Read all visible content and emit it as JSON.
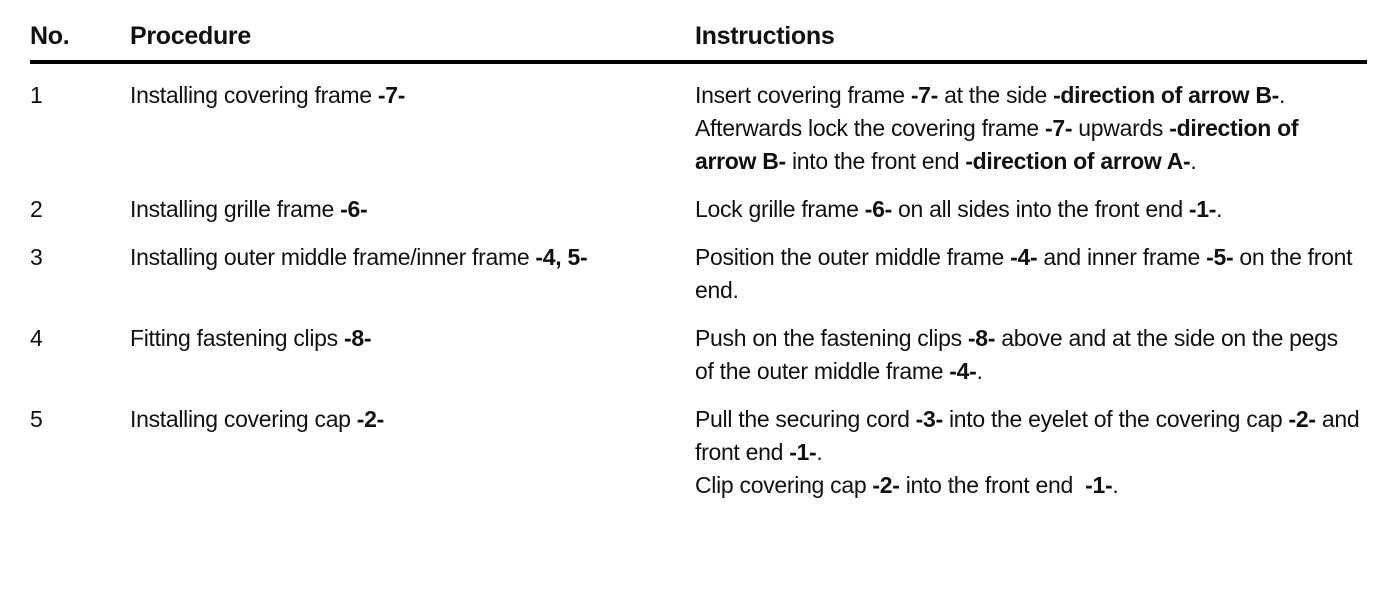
{
  "page": {
    "background": "#ffffff",
    "text_color": "#111111",
    "rule_color": "#000000"
  },
  "table": {
    "columns": [
      {
        "id": "no",
        "label": "No."
      },
      {
        "id": "procedure",
        "label": "Procedure"
      },
      {
        "id": "instructions",
        "label": "Instructions"
      }
    ],
    "rows": [
      {
        "no": "1",
        "procedure": [
          {
            "t": "Installing covering frame "
          },
          {
            "t": "-7-",
            "b": true
          }
        ],
        "instructions": [
          {
            "t": "Insert covering frame "
          },
          {
            "t": "-7-",
            "b": true
          },
          {
            "t": " at the side "
          },
          {
            "t": "-direction of arrow B-",
            "b": true
          },
          {
            "t": "."
          },
          {
            "br": true
          },
          {
            "t": "Afterwards lock the covering frame "
          },
          {
            "t": "-7-",
            "b": true
          },
          {
            "t": " upwards "
          },
          {
            "t": "-direction of arrow B-",
            "b": true
          },
          {
            "t": " into the front end "
          },
          {
            "t": "-direction of arrow A-",
            "b": true
          },
          {
            "t": "."
          }
        ]
      },
      {
        "no": "2",
        "procedure": [
          {
            "t": "Installing grille frame "
          },
          {
            "t": "-6-",
            "b": true
          }
        ],
        "instructions": [
          {
            "t": "Lock grille frame "
          },
          {
            "t": "-6-",
            "b": true
          },
          {
            "t": " on all sides into the front end "
          },
          {
            "t": "-1-",
            "b": true
          },
          {
            "t": "."
          }
        ]
      },
      {
        "no": "3",
        "procedure": [
          {
            "t": "Installing outer middle frame/inner frame "
          },
          {
            "t": "-4, 5-",
            "b": true
          }
        ],
        "instructions": [
          {
            "t": "Position the outer middle frame "
          },
          {
            "t": "-4-",
            "b": true
          },
          {
            "t": " and inner frame "
          },
          {
            "t": "-5-",
            "b": true
          },
          {
            "t": " on the front end."
          }
        ]
      },
      {
        "no": "4",
        "procedure": [
          {
            "t": "Fitting fastening clips "
          },
          {
            "t": "-8-",
            "b": true
          }
        ],
        "instructions": [
          {
            "t": "Push on the fastening clips "
          },
          {
            "t": "-8-",
            "b": true
          },
          {
            "t": " above and at the side on the pegs of the outer middle frame "
          },
          {
            "t": "-4-",
            "b": true
          },
          {
            "t": "."
          }
        ]
      },
      {
        "no": "5",
        "procedure": [
          {
            "t": "Installing covering cap "
          },
          {
            "t": "-2-",
            "b": true
          }
        ],
        "instructions": [
          {
            "t": "Pull the securing cord "
          },
          {
            "t": "-3-",
            "b": true
          },
          {
            "t": " into the eyelet of the covering cap "
          },
          {
            "t": "-2-",
            "b": true
          },
          {
            "t": " and front end "
          },
          {
            "t": "-1-",
            "b": true
          },
          {
            "t": "."
          },
          {
            "br": true
          },
          {
            "t": "Clip covering cap "
          },
          {
            "t": "-2-",
            "b": true
          },
          {
            "t": " into the front end  "
          },
          {
            "t": "-1-",
            "b": true
          },
          {
            "t": "."
          }
        ]
      }
    ]
  }
}
